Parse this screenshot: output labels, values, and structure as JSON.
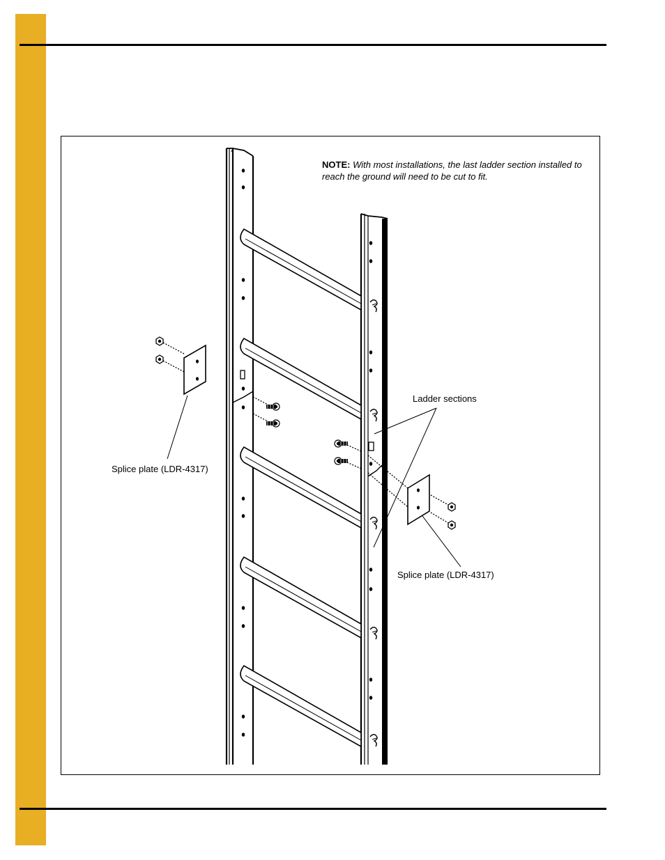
{
  "page": {
    "accent_color": "#E8AE24",
    "rule_color": "#000000"
  },
  "figure": {
    "note_label": "NOTE:",
    "note_text": "With most installations, the last ladder section installed to reach the ground will need to be cut to fit.",
    "callouts": {
      "ladder_sections": "Ladder sections",
      "splice_plate_left": "Splice plate (LDR-4317)",
      "splice_plate_right": "Splice plate (LDR-4317)"
    }
  }
}
